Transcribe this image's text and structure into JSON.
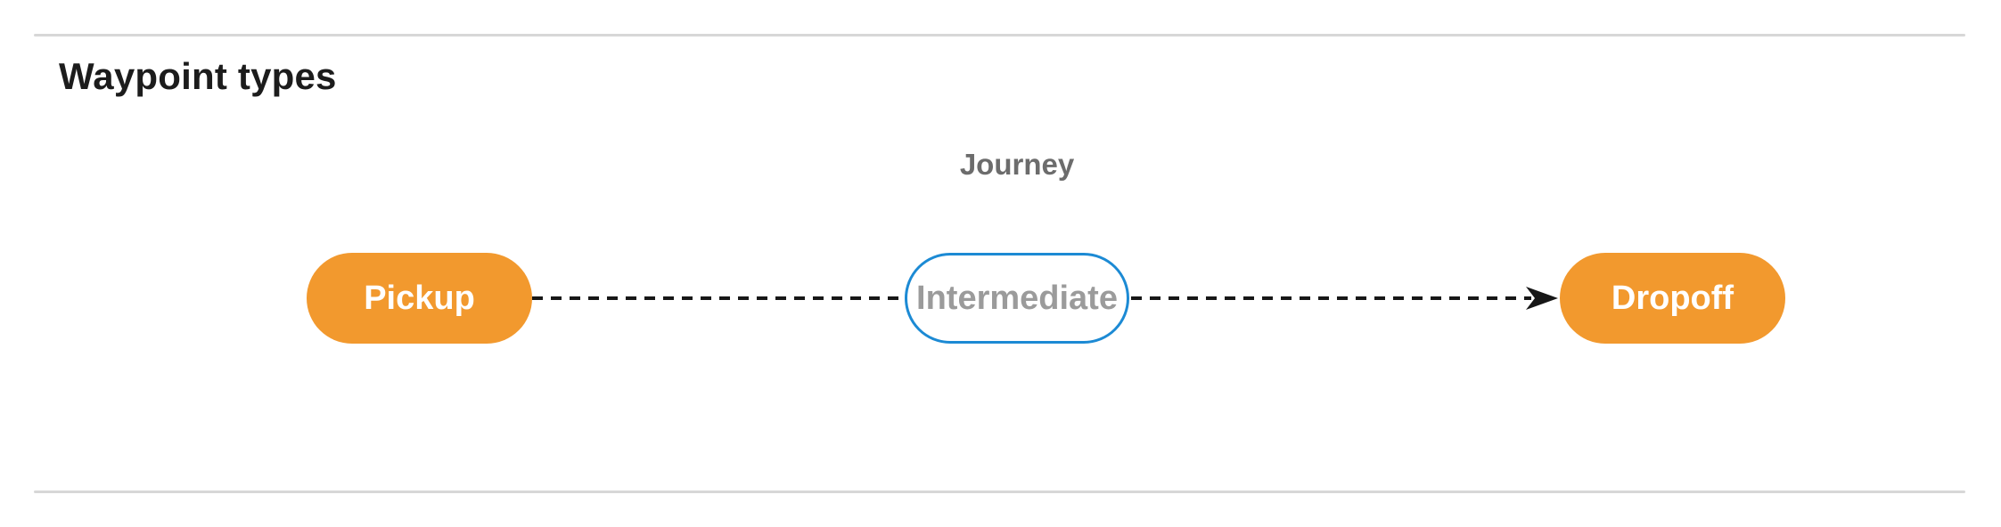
{
  "section": {
    "heading": "Waypoint types"
  },
  "diagram": {
    "title": "Journey",
    "nodes": [
      {
        "id": "pickup",
        "label": "Pickup",
        "style": "orange-filled"
      },
      {
        "id": "intermediate",
        "label": "Intermediate",
        "style": "blue-outline"
      },
      {
        "id": "dropoff",
        "label": "Dropoff",
        "style": "orange-filled"
      }
    ],
    "edges": [
      {
        "from": "pickup",
        "to": "intermediate",
        "line": "dashed",
        "arrowhead": false
      },
      {
        "from": "intermediate",
        "to": "dropoff",
        "line": "dashed",
        "arrowhead": true
      }
    ]
  },
  "colors": {
    "node-orange": "#F2992E",
    "node-border-blue": "#1C8AD4",
    "node-text-gray": "#9B9B9B",
    "journey-gray": "#6C6C6C",
    "heading-black": "#1C1C1C",
    "divider-gray": "#D7D7D7",
    "edge-black": "#171717"
  }
}
